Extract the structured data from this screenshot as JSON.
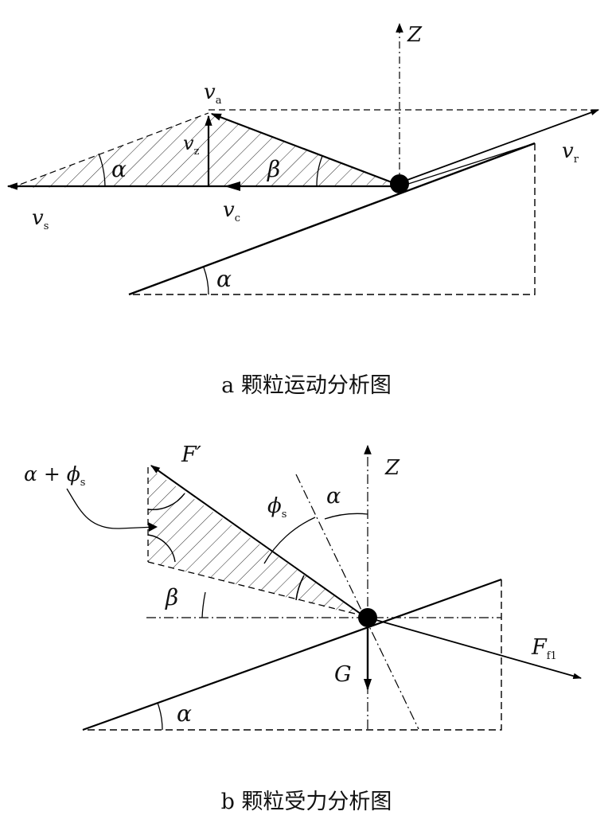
{
  "diagram_a": {
    "labels": {
      "z": "Z",
      "va_base": "v",
      "va_sub": "a",
      "vz_base": "v",
      "vz_sub": "z",
      "vr_base": "v",
      "vr_sub": "r",
      "vs_base": "v",
      "vs_sub": "s",
      "vc_base": "v",
      "vc_sub": "c",
      "alpha_left": "α",
      "beta": "β",
      "alpha_bottom": "α"
    },
    "caption": "a 颗粒运动分析图"
  },
  "diagram_b": {
    "labels": {
      "alpha_phi_s": "α + ϕ",
      "alpha_phi_s_sub": "s",
      "f_prime": "F′",
      "z": "Z",
      "phi_s": "ϕ",
      "phi_s_sub": "s",
      "alpha_top": "α",
      "beta": "β",
      "g": "G",
      "ff_base": "F",
      "ff_sub": "f1",
      "alpha_bottom": "α"
    },
    "caption": "b 颗粒受力分析图"
  }
}
